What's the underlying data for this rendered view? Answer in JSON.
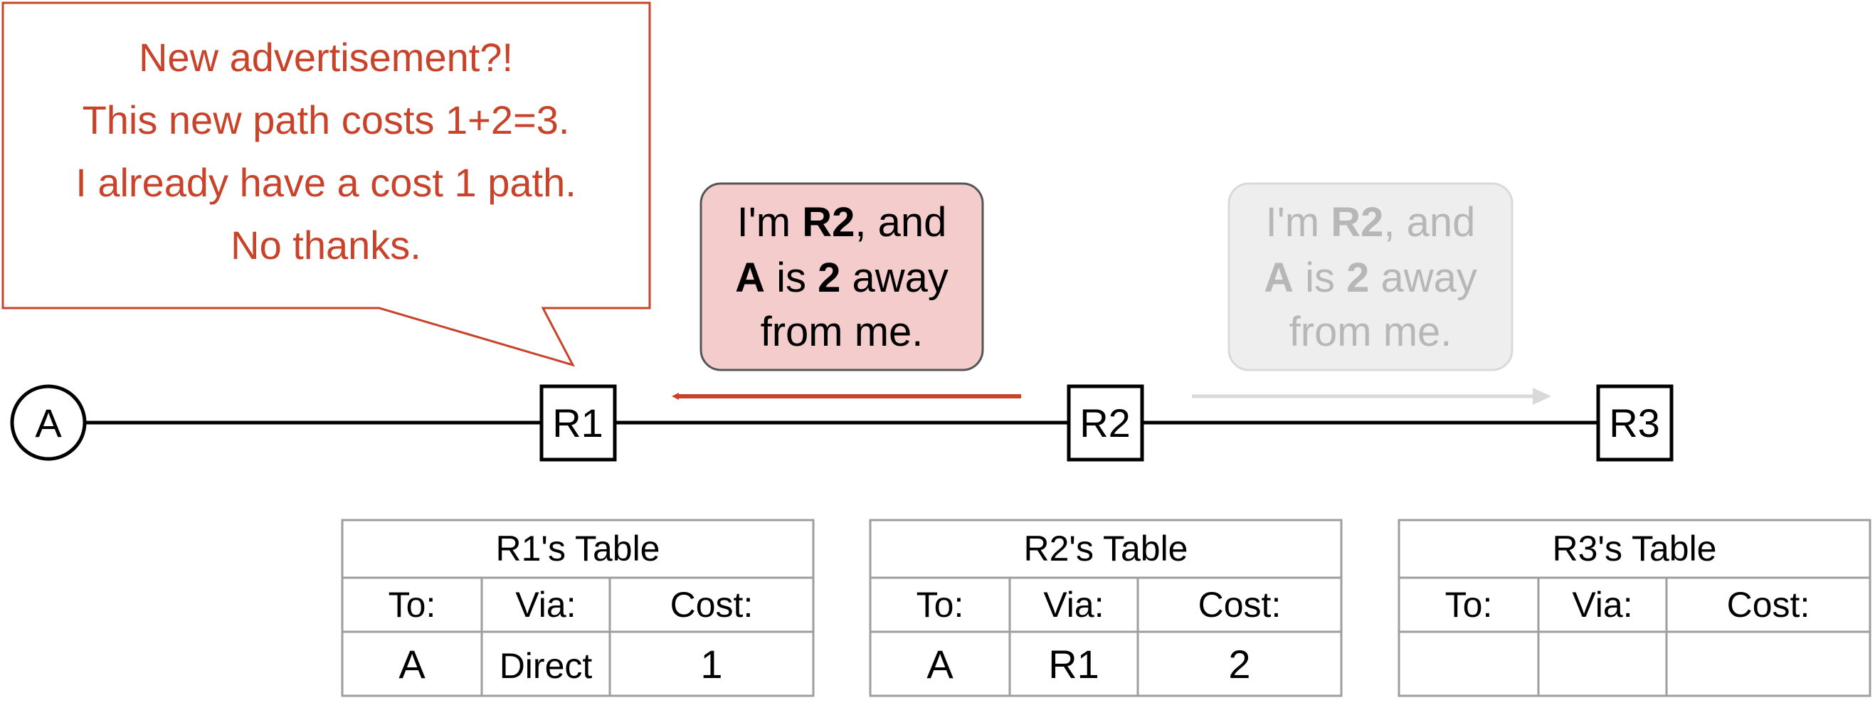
{
  "callout": {
    "lines": [
      "New advertisement?!",
      "This new path costs 1+2=3.",
      "I already have a cost 1 path.",
      "No thanks."
    ]
  },
  "message_active": {
    "line1": {
      "pre": "I'm ",
      "bold": "R2",
      "post": ", and"
    },
    "line2": {
      "bold1": "A",
      "mid": " is ",
      "bold2": "2",
      "post": " away"
    },
    "line3": "from me."
  },
  "message_faded": {
    "line1": {
      "pre": "I'm ",
      "bold": "R2",
      "post": ", and"
    },
    "line2": {
      "bold1": "A",
      "mid": " is ",
      "bold2": "2",
      "post": " away"
    },
    "line3": "from me."
  },
  "nodes": {
    "host": "A",
    "r1": "R1",
    "r2": "R2",
    "r3": "R3"
  },
  "tables": [
    {
      "title": "R1's Table",
      "headers": [
        "To:",
        "Via:",
        "Cost:"
      ],
      "row": [
        "A",
        "Direct",
        "1"
      ]
    },
    {
      "title": "R2's Table",
      "headers": [
        "To:",
        "Via:",
        "Cost:"
      ],
      "row": [
        "A",
        "R1",
        "2"
      ]
    },
    {
      "title": "R3's Table",
      "headers": [
        "To:",
        "Via:",
        "Cost:"
      ],
      "row": [
        "",
        "",
        ""
      ]
    }
  ],
  "colors": {
    "accent_red": "#c8432a",
    "message_fill": "#f4cccc",
    "faded_fill": "#eeeeee",
    "faded_text": "#b7b7b7",
    "faded_arrow": "#d9d9d9",
    "table_border": "#9e9e9e"
  }
}
